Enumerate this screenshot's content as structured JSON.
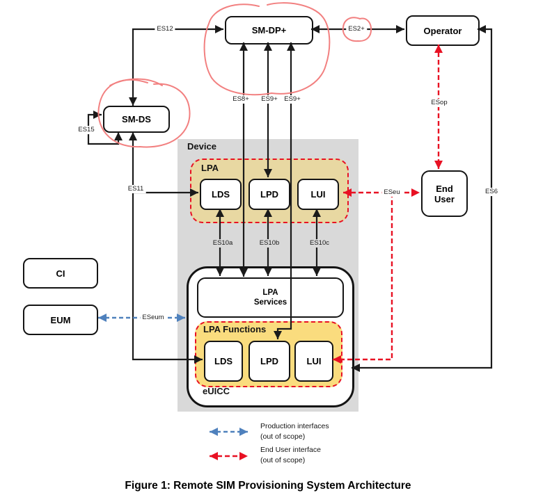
{
  "caption": "Figure 1: Remote SIM Provisioning System Architecture",
  "nodes": {
    "sm_dp": "SM-DP+",
    "operator": "Operator",
    "sm_ds": "SM-DS",
    "end_user": "End User",
    "ci": "CI",
    "eum": "EUM",
    "device_label": "Device",
    "lpa_label": "LPA",
    "lpa_lds": "LDS",
    "lpa_lpd": "LPD",
    "lpa_lui": "LUI",
    "euicc_label": "eUICC",
    "lpa_services": "LPA Services",
    "lpa_functions_label": "LPA Functions",
    "euicc_lds": "LDS",
    "euicc_lpd": "LPD",
    "euicc_lui": "LUI"
  },
  "interfaces": {
    "es12": "ES12",
    "es2": "ES2+",
    "es8": "ES8+",
    "es9a": "ES9+",
    "es9b": "ES9+",
    "es15": "ES15",
    "es11": "ES11",
    "esop": "ESop",
    "es6": "ES6",
    "es10a": "ES10a",
    "es10b": "ES10b",
    "es10c": "ES10c",
    "eseu": "ESeu",
    "eseum": "ESeum"
  },
  "legend": {
    "production": {
      "label": "Production interfaces",
      "note": "(out of scope)"
    },
    "end_user": {
      "label": "End User interface",
      "note": "(out of scope)"
    }
  },
  "colors": {
    "line_black": "#1a1a1a",
    "interface_red": "#e81123",
    "interface_blue": "#4f81bd",
    "annotation_red": "#f28080",
    "device_fill": "#d9d9d9",
    "lpa_fill": "#e8d8a2",
    "lpa_functions_fill": "#fadc7e"
  }
}
